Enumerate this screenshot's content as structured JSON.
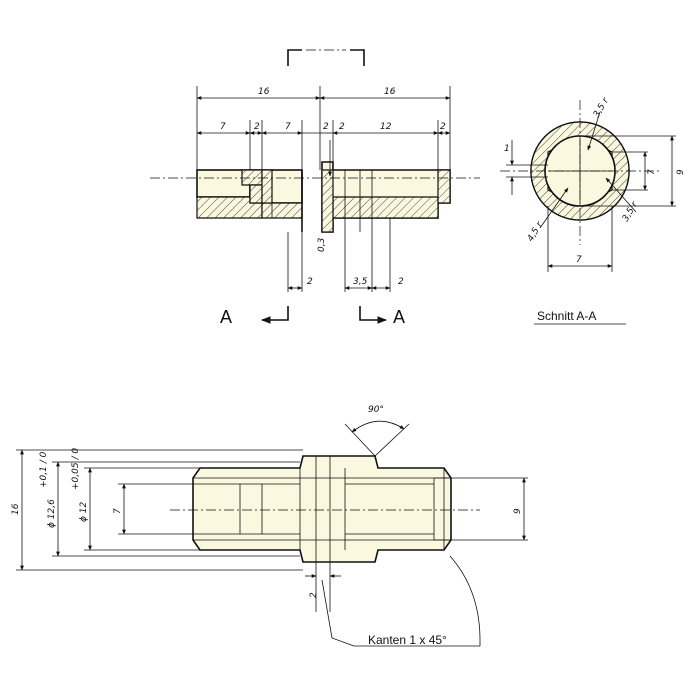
{
  "section_view": {
    "dim_top_left": "16",
    "dim_top_right": "16",
    "dim_7_left": "7",
    "dim_2_a": "2",
    "dim_7_mid": "7",
    "dim_2_b": "2",
    "dim_2_c": "2",
    "dim_12": "12",
    "dim_2_d": "2",
    "dim_0_3": "0,3",
    "dim_2_bottom_left": "2",
    "dim_3_5": "3,5",
    "dim_2_bottom_right": "2",
    "arrow_label_left": "A",
    "arrow_label_right": "A"
  },
  "schnitt": {
    "caption": "Schnitt A-A",
    "dim_1": "1",
    "dim_7_vertical": "7",
    "dim_9": "9",
    "dim_7_horizontal": "7",
    "r_3_5_top": "3,5 r",
    "r_3_5_right": "3,5 r",
    "r_4_5": "4,5 r"
  },
  "side_view": {
    "dim_16": "16",
    "dim_phi_12_6": "ϕ 12,6",
    "dim_phi_12_6_tol": "+0,1 / 0",
    "dim_phi_12": "ϕ 12",
    "dim_phi_12_tol": "+0,05 / 0",
    "dim_7": "7",
    "dim_9": "9",
    "dim_2": "2",
    "angle": "90°",
    "kanten_note": "Kanten   1 x 45°"
  }
}
